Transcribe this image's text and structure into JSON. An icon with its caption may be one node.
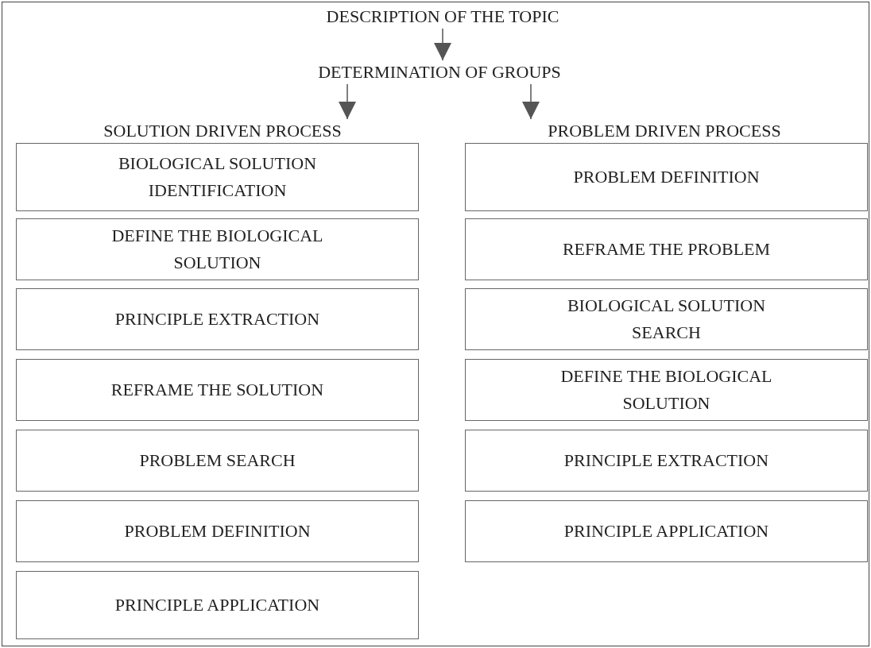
{
  "diagram": {
    "nodes": [
      {
        "text": [
          "DESCRIPTION OF THE TOPIC"
        ]
      },
      {
        "text": [
          "DETERMINATION OF GROUPS"
        ]
      },
      {
        "text": [
          "SOLUTION DRIVEN PROCESS"
        ]
      },
      {
        "text": [
          "PROBLEM DRIVEN PROCESS"
        ]
      },
      {
        "text": [
          "BIOLOGICAL SOLUTION IDENTIFICATION"
        ]
      },
      {
        "text": [
          "DEFINE THE BIOLOGICAL SOLUTION"
        ]
      },
      {
        "text": [
          "PRINCIPLE EXTRACTION"
        ]
      },
      {
        "text": [
          "REFRAME THE SOLUTION"
        ]
      },
      {
        "text": [
          "PROBLEM SEARCH"
        ]
      },
      {
        "text": [
          "PROBLEM DEFINITION"
        ]
      },
      {
        "text": [
          "PRINCIPLE APPLICATION"
        ]
      },
      {
        "text": [
          "PROBLEM DEFINITION"
        ]
      },
      {
        "text": [
          "REFRAME THE PROBLEM"
        ]
      },
      {
        "text": [
          "BIOLOGICAL SOLUTION SEARCH"
        ]
      },
      {
        "text": [
          "DEFINE THE BIOLOGICAL SOLUTION"
        ]
      },
      {
        "text": [
          "PRINCIPLE EXTRACTION"
        ]
      },
      {
        "text": [
          "PRINCIPLE APPLICATION"
        ]
      }
    ],
    "edges": [
      {
        "from": 0,
        "to": 1,
        "arrow": "to"
      },
      {
        "from": 1,
        "to": 2,
        "arrow": "to"
      },
      {
        "from": 1,
        "to": 3,
        "arrow": "to"
      }
    ]
  }
}
